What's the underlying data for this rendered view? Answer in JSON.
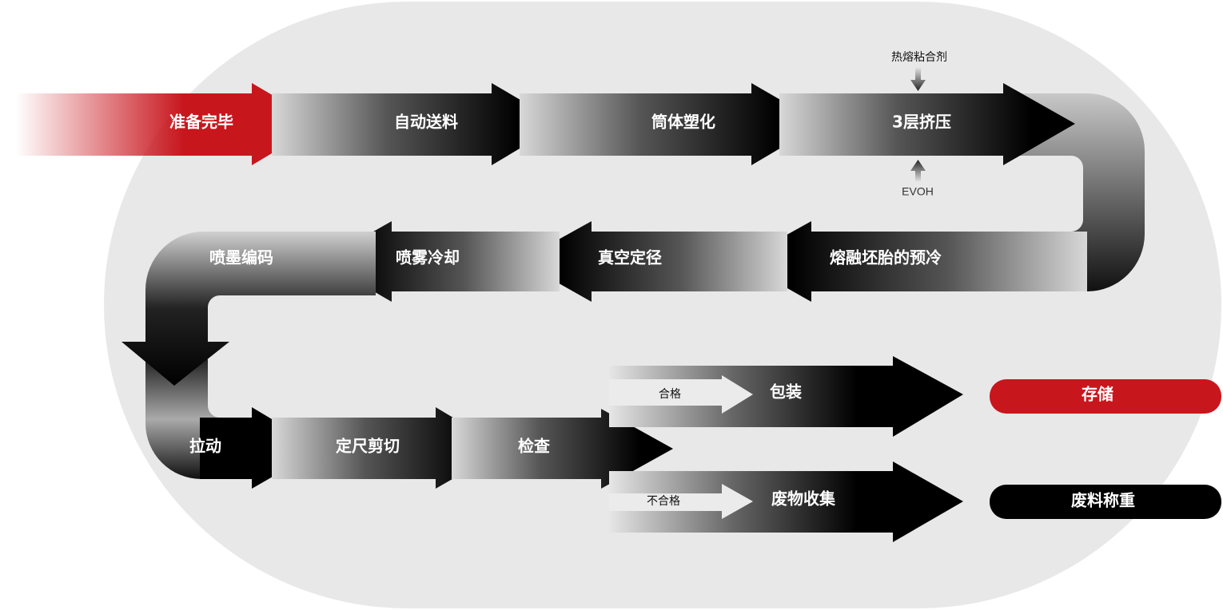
{
  "colors": {
    "background": "#e8e8e8",
    "accent_red": "#c8161d",
    "dark": "#000000"
  },
  "steps": {
    "ready": "准备完毕",
    "auto_feed": "自动送料",
    "tube_plasticize": "筒体塑化",
    "extrude": "3层挤压",
    "hotmelt_input": "热熔粘合剂",
    "evoh_input": "EVOH",
    "precool": "熔融坯胎的预冷",
    "vacuum_size": "真空定径",
    "spray_cool": "喷雾冷却",
    "inkjet": "喷墨编码",
    "pull": "拉动",
    "cut": "定尺剪切",
    "inspect": "检查",
    "pass": "合格",
    "fail": "不合格",
    "package": "包装",
    "waste": "废物收集",
    "storage": "存储",
    "waste_weigh": "废料称重"
  }
}
